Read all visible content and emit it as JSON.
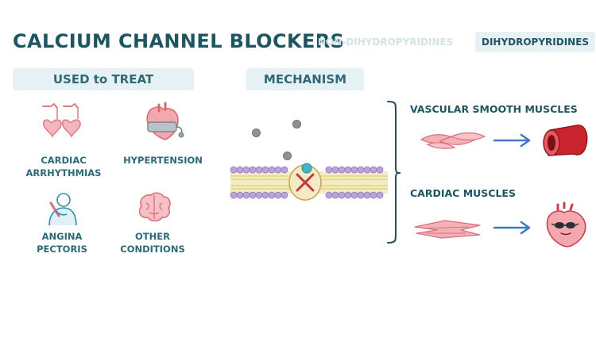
{
  "header": {
    "title": "CALCIUM CHANNEL BLOCKERS",
    "tabs": [
      {
        "label": "NON-DIHYDROPYRIDINES",
        "active": false
      },
      {
        "label": "DIHYDROPYRIDINES",
        "active": true
      }
    ]
  },
  "used_to_treat": {
    "heading": "USED to TREAT",
    "items": [
      {
        "label_line1": "CARDIAC",
        "label_line2": "ARRHYTHMIAS",
        "icon": "ecg-heart-icon"
      },
      {
        "label_line1": "HYPERTENSION",
        "label_line2": "",
        "icon": "heart-bp-cuff-icon"
      },
      {
        "label_line1": "ANGINA",
        "label_line2": "PECTORIS",
        "icon": "chest-pain-person-icon"
      },
      {
        "label_line1": "OTHER",
        "label_line2": "CONDITIONS",
        "icon": "brain-icon"
      }
    ]
  },
  "mechanism": {
    "heading": "MECHANISM",
    "targets": [
      {
        "label": "VASCULAR SMOOTH MUSCLES",
        "result_icon": "blood-vessel-icon"
      },
      {
        "label": "CARDIAC MUSCLES",
        "result_icon": "relaxed-heart-icon"
      }
    ]
  },
  "colors": {
    "title": "#1d5560",
    "pill_bg": "#e6f1f4",
    "arrow": "#3f78c4",
    "muscle": "#e9808a",
    "membrane_head": "#b9a5dc",
    "membrane_tail": "#e8dc8f",
    "vessel": "#c9242e"
  }
}
